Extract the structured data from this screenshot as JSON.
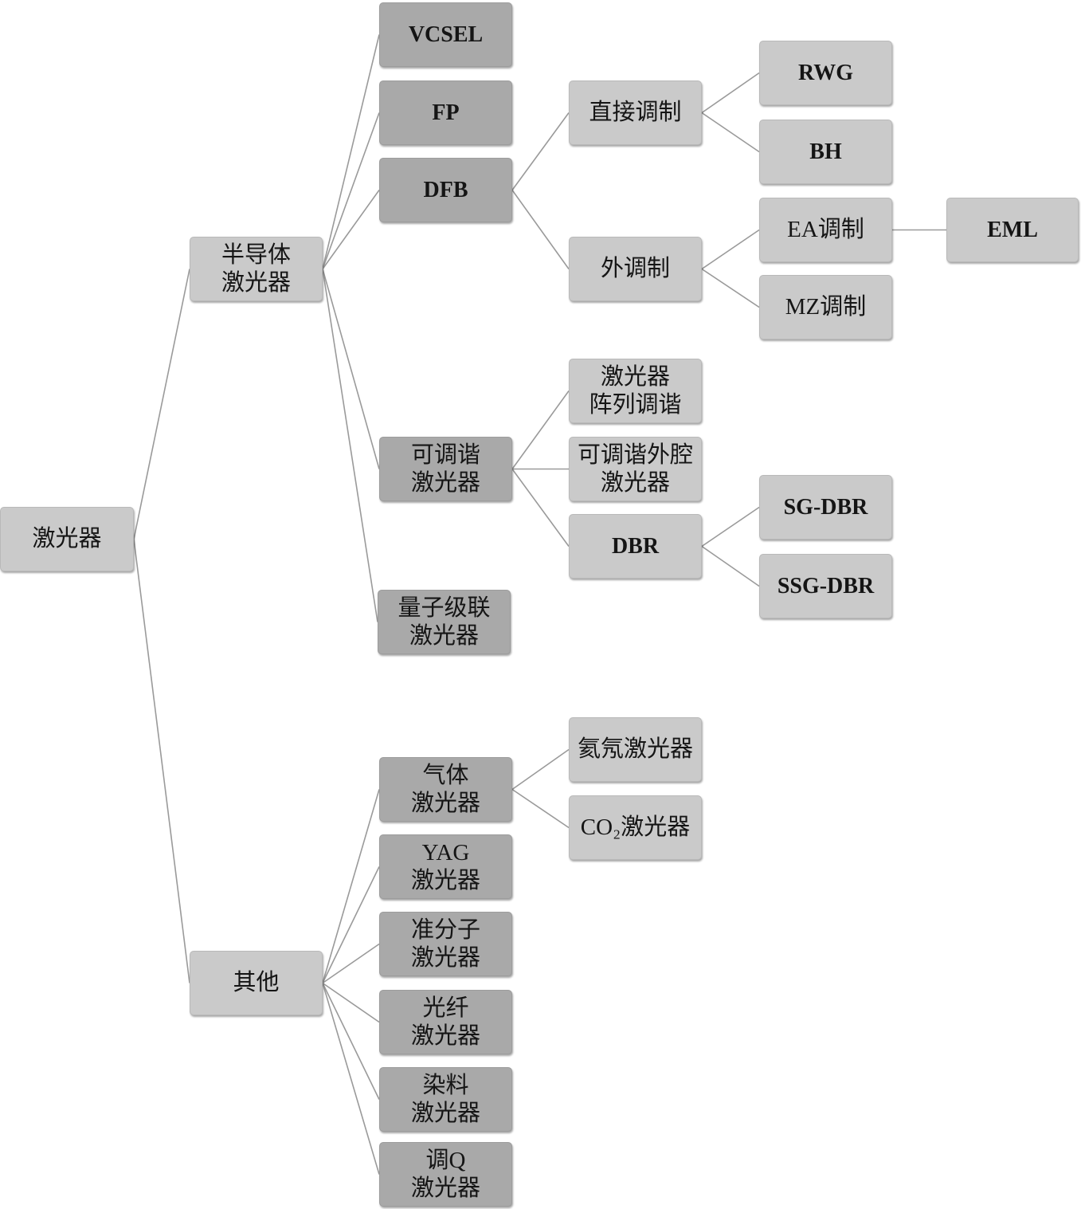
{
  "colors": {
    "box_dark": "#a9a9a9",
    "box_light": "#cacaca",
    "line": "#9a9a9a"
  },
  "tree": {
    "label": "激光器",
    "children": [
      {
        "label": "半导体\n激光器",
        "children": [
          {
            "label": "VCSEL"
          },
          {
            "label": "FP"
          },
          {
            "label": "DFB",
            "children": [
              {
                "label": "直接调制",
                "children": [
                  {
                    "label": "RWG"
                  },
                  {
                    "label": "BH"
                  }
                ]
              },
              {
                "label": "外调制",
                "children": [
                  {
                    "label": "EA调制",
                    "children": [
                      {
                        "label": "EML"
                      }
                    ]
                  },
                  {
                    "label": "MZ调制"
                  }
                ]
              }
            ]
          },
          {
            "label": "可调谐\n激光器",
            "children": [
              {
                "label": "激光器\n阵列调谐"
              },
              {
                "label": "可调谐外腔\n激光器"
              },
              {
                "label": "DBR",
                "children": [
                  {
                    "label": "SG-DBR"
                  },
                  {
                    "label": "SSG-DBR"
                  }
                ]
              }
            ]
          },
          {
            "label": "量子级联\n激光器"
          }
        ]
      },
      {
        "label": "其他",
        "children": [
          {
            "label": "气体\n激光器",
            "children": [
              {
                "label": "氦氖激光器"
              },
              {
                "label": "CO₂激光器"
              }
            ]
          },
          {
            "label": "YAG\n激光器"
          },
          {
            "label": "准分子\n激光器"
          },
          {
            "label": "光纤\n激光器"
          },
          {
            "label": "染料\n激光器"
          },
          {
            "label": "调Q\n激光器"
          }
        ]
      }
    ]
  }
}
